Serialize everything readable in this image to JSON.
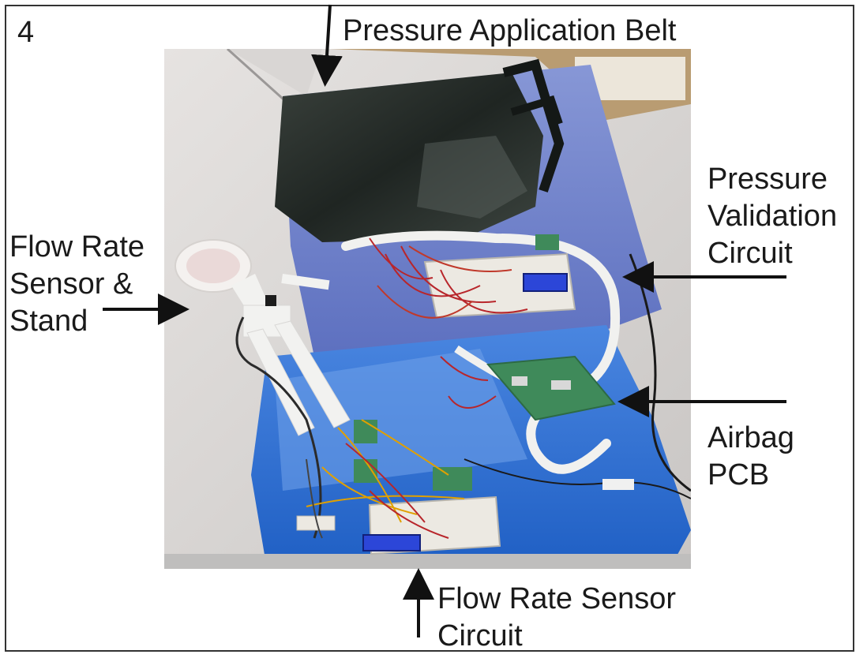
{
  "figure": {
    "panel_number": "4",
    "labels": {
      "pressure_application_belt": "Pressure Application Belt",
      "pressure_validation_circuit": [
        "Pressure",
        "Validation",
        "Circuit"
      ],
      "flow_rate_sensor_stand": [
        "Flow Rate",
        "Sensor &",
        "Stand"
      ],
      "airbag_pcb": [
        "Airbag",
        "PCB"
      ],
      "flow_rate_sensor_circuit": [
        "Flow Rate Sensor",
        "Circuit"
      ]
    },
    "colors": {
      "label_text": "#1a1a1a",
      "frame_border": "#333333",
      "drape_light": "#7d8fd4",
      "drape_dark": "#2f6fd6",
      "belt": "#2a302c",
      "stand": "#f2f2f0",
      "breadboard": "#ece9e2",
      "lcd": "#2c46d8",
      "pcb": "#3f8a5a"
    }
  }
}
